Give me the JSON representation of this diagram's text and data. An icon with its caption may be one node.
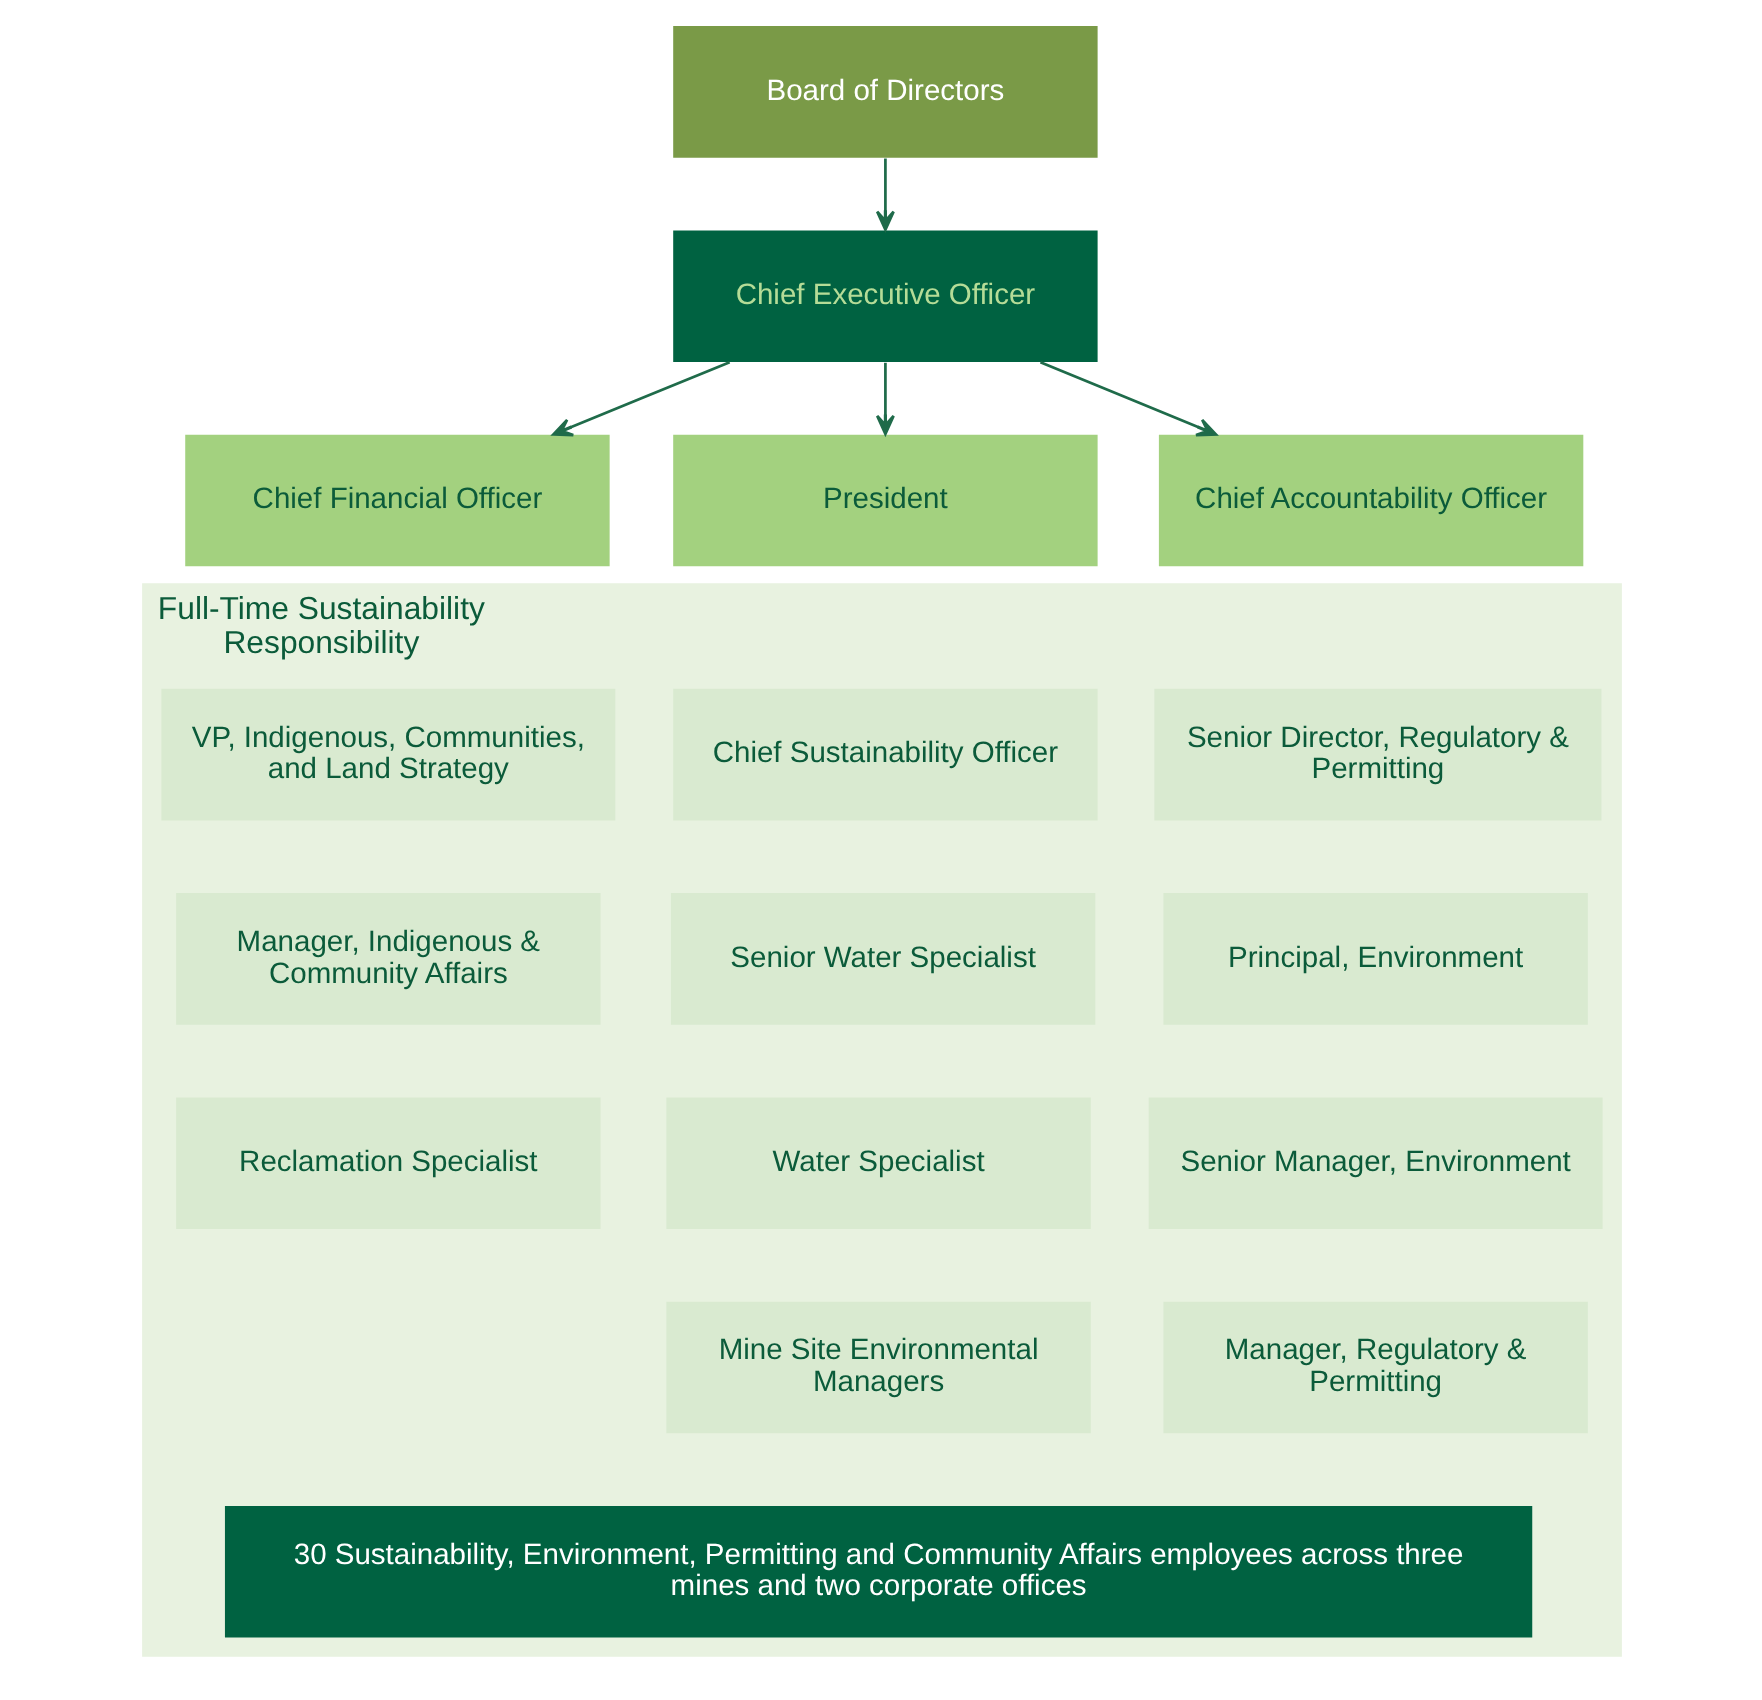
{
  "diagram": {
    "nodes": [
      {
        "text": [
          "Board of Directors"
        ]
      },
      {
        "text": [
          "Chief Executive Officer"
        ]
      },
      {
        "text": [
          "Chief Financial Officer"
        ]
      },
      {
        "text": [
          "President"
        ]
      },
      {
        "text": [
          "Chief Accountability Officer"
        ]
      },
      {
        "text": [
          "Full-Time Sustainability Responsibility"
        ]
      },
      {
        "text": [
          "VP, Indigenous, Communities, and Land Strategy"
        ],
        "in": 5
      },
      {
        "text": [
          "Chief Sustainability Officer"
        ],
        "in": 5
      },
      {
        "text": [
          "Senior Director, Regulatory & Permitting"
        ],
        "in": 5
      },
      {
        "text": [
          "Manager, Indigenous & Community Affairs"
        ],
        "in": 5
      },
      {
        "text": [
          "Senior Water Specialist"
        ],
        "in": 5
      },
      {
        "text": [
          "Principal, Environment"
        ],
        "in": 5
      },
      {
        "text": [
          "Reclamation Specialist"
        ],
        "in": 5
      },
      {
        "text": [
          "Water Specialist"
        ],
        "in": 5
      },
      {
        "text": [
          "Senior Manager, Environment"
        ],
        "in": 5
      },
      {
        "text": [
          "Mine Site Environmental Managers"
        ],
        "in": 5
      },
      {
        "text": [
          "Manager, Regulatory & Permitting"
        ],
        "in": 5
      },
      {
        "text": [
          "30 Sustainability, Environment, Permitting and Community Affairs employees across three mines and two corporate offices"
        ],
        "in": 5
      }
    ],
    "edges": [
      {
        "from": 0,
        "to": 1,
        "arrow": "to"
      },
      {
        "from": 1,
        "to": 2,
        "arrow": "to"
      },
      {
        "from": 1,
        "to": 3,
        "arrow": "to"
      },
      {
        "from": 1,
        "to": 4,
        "arrow": "to"
      }
    ]
  }
}
